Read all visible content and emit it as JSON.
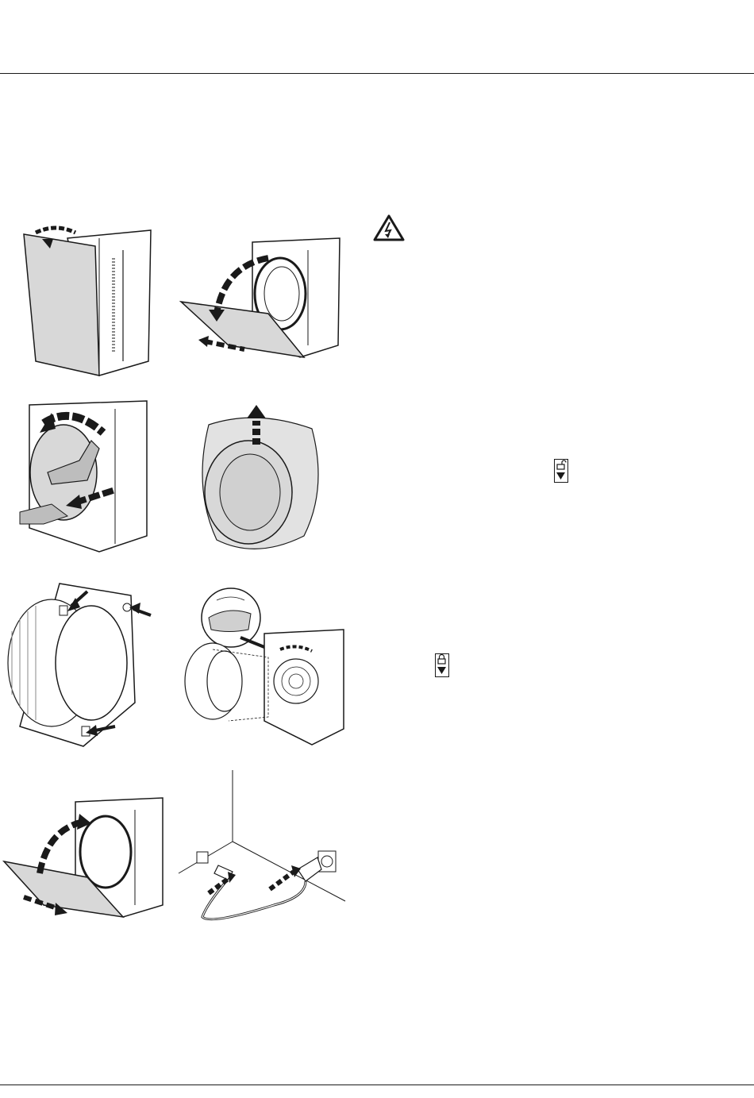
{
  "page": {
    "colors": {
      "ink": "#1a1a1a",
      "panel": "#d8d8d8",
      "panel_dark": "#bdbdbd",
      "paper": "#ffffff"
    }
  },
  "figures": [
    {
      "id": "step-1",
      "icons": [
        "open-arrow-icon"
      ]
    },
    {
      "id": "step-2",
      "icons": [
        "curved-arrow-icon",
        "dashed-arrow-icon"
      ]
    },
    {
      "id": "step-3",
      "icons": [
        "rotate-arrow-icon",
        "dashed-arrow-icon"
      ]
    },
    {
      "id": "step-4",
      "icons": [
        "up-arrow-icon"
      ]
    },
    {
      "id": "step-5",
      "icons": [
        "pointer-arrow-icon"
      ]
    },
    {
      "id": "step-6",
      "icons": [
        "lock-detail-icon"
      ]
    },
    {
      "id": "step-7",
      "icons": [
        "curved-arrow-icon",
        "dashed-arrow-icon"
      ]
    },
    {
      "id": "step-8",
      "icons": [
        "power-plug-icon",
        "dashed-arrow-icon"
      ]
    }
  ],
  "icons": {
    "warning": "electric-warning-icon",
    "unlock": "unlock-down-icon",
    "lock": "lock-down-icon"
  }
}
